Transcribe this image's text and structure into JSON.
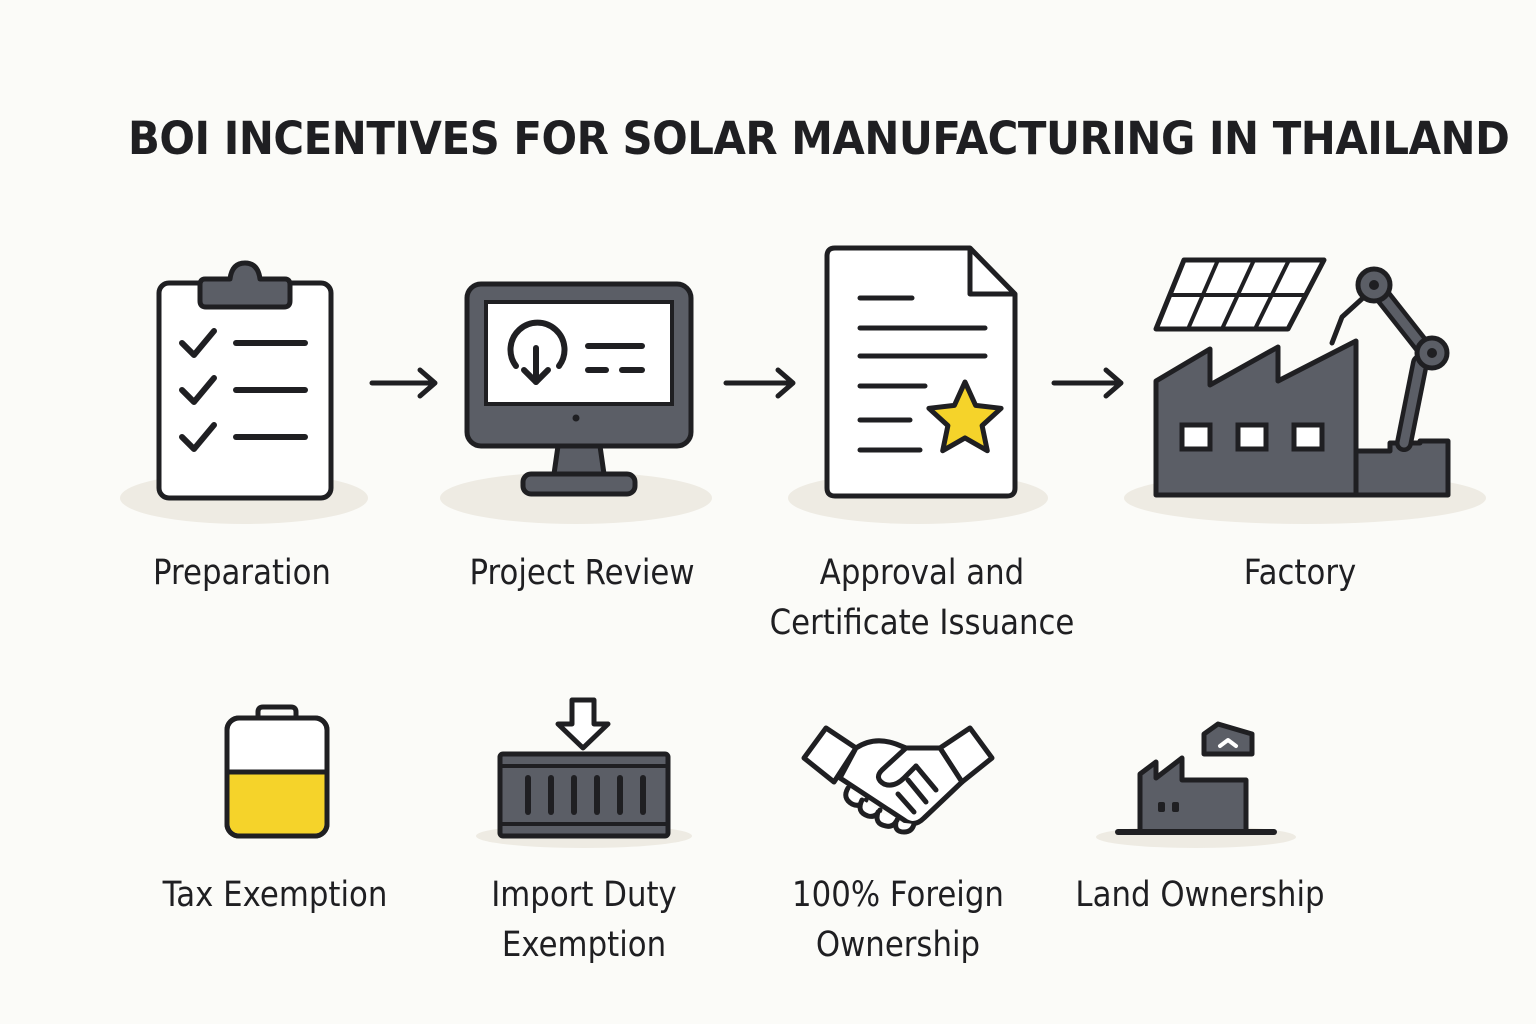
{
  "title": "BOI INCENTIVES FOR SOLAR MANUFACTURING IN THAILAND",
  "process_steps": [
    {
      "lines": [
        "Preparation"
      ],
      "icon": "clipboard-checklist-icon"
    },
    {
      "lines": [
        "Project Review"
      ],
      "icon": "monitor-review-icon"
    },
    {
      "lines": [
        "Approval and",
        "Certificate Issuance"
      ],
      "icon": "certificate-document-icon"
    },
    {
      "lines": [
        "Factory"
      ],
      "icon": "solar-factory-icon"
    }
  ],
  "incentives": [
    {
      "lines": [
        "Tax Exemption"
      ],
      "icon": "battery-icon"
    },
    {
      "lines": [
        "Import Duty",
        "Exemption"
      ],
      "icon": "container-import-icon"
    },
    {
      "lines": [
        "100% Foreign",
        "Ownership"
      ],
      "icon": "handshake-icon"
    },
    {
      "lines": [
        "Land Ownership"
      ],
      "icon": "land-building-icon"
    }
  ],
  "colors": {
    "ink": "#1f1f22",
    "slate": "#5b5e66",
    "accent_yellow": "#f5d32a",
    "shadow": "#eeebe3",
    "background": "#fbfbf8"
  }
}
